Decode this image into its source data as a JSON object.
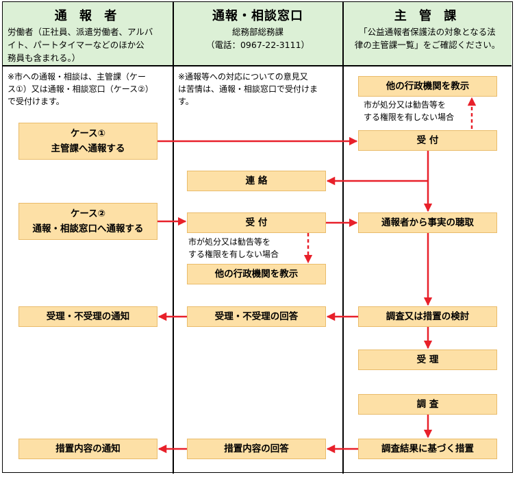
{
  "columns": {
    "reporter": {
      "title": "通 報 者",
      "subtitle": [
        "労働者（正社員、派遣労働者、アルバ",
        "イト、パートタイマーなどのほか公",
        "務員も含まれる。）"
      ],
      "note": [
        "※市への通報・相談は、主管課（ケー",
        "ス①）又は通報・相談窓口（ケース②）",
        "で受付けます。"
      ]
    },
    "desk": {
      "title": "通報・相談窓口",
      "subtitle": [
        "総務部総務課",
        "（電話：0967-22-3111）"
      ],
      "note": [
        "※通報等への対応についての意見又",
        "は苦情は、通報・相談窓口で受付けま",
        "す。"
      ]
    },
    "dept": {
      "title": "主 管 課",
      "subtitle": [
        "「公益通報者保護法の対象となる法",
        "律の主管課一覧」をご確認ください。"
      ]
    }
  },
  "boxes": {
    "case1": [
      "ケース①",
      "主管課へ通報する"
    ],
    "case2": [
      "ケース②",
      "通報・相談窓口へ通報する"
    ],
    "notice_accept": "受理・不受理の通知",
    "notice_measure": "措置内容の通知",
    "contact": "連 絡",
    "desk_receive": "受 付",
    "desk_refer": "他の行政機関を教示",
    "desk_reply_accept": "受理・不受理の回答",
    "desk_reply_measure": "措置内容の回答",
    "dept_refer": "他の行政機関を教示",
    "dept_receive": "受 付",
    "hearing": "通報者から事実の聴取",
    "review": "調査又は措置の検討",
    "accept": "受 理",
    "investigate": "調 査",
    "measure": "調査結果に基づく措置"
  },
  "conditions": {
    "dept": [
      "市が処分又は勧告等を",
      "する権限を有しない場合"
    ],
    "desk": [
      "市が処分又は勧告等を",
      "する権限を有しない場合"
    ]
  },
  "colors": {
    "header_bg": "#dcf0d6",
    "box_bg": "#fde0a6",
    "arrow": "#e8202a"
  }
}
